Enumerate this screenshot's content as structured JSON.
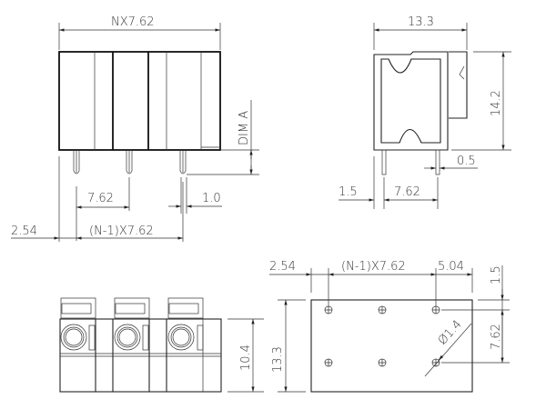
{
  "front_view": {
    "width_label": "NX7.62",
    "dim_a_label": "DIM A",
    "pitch_label": "7.62",
    "pin_width_label": "1.0",
    "offset_label": "2.54",
    "span_label": "(N-1)X7.62"
  },
  "side_view": {
    "depth_label": "13.3",
    "height_label": "14.2",
    "pin_thickness_label": "0.5",
    "offset_label": "1.5",
    "pitch_label": "7.62"
  },
  "bottom_view": {
    "height_label": "10.4",
    "total_height_label": "13.3"
  },
  "pcb_layout": {
    "offset_left_label": "2.54",
    "span_label": "(N-1)X7.62",
    "offset_right_label": "5.04",
    "top_offset_label": "1.5",
    "row_pitch_label": "7.62",
    "hole_diameter_label": "Ø1.4"
  }
}
